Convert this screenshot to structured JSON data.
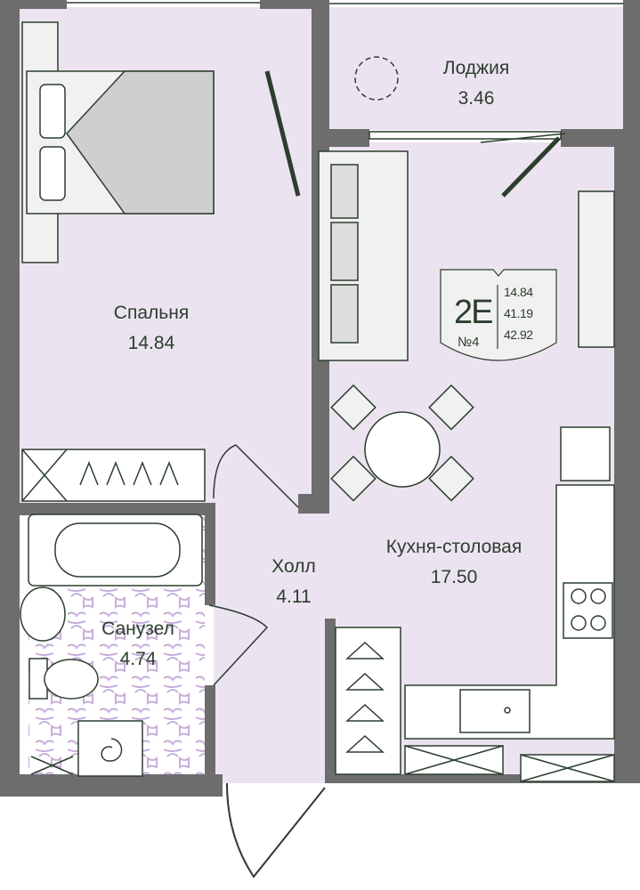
{
  "rooms": {
    "bedroom": {
      "name": "Спальня",
      "area": "14.84"
    },
    "loggia": {
      "name": "Лоджия",
      "area": "3.46"
    },
    "kitchen": {
      "name": "Кухня-столовая",
      "area": "17.50"
    },
    "hall": {
      "name": "Холл",
      "area": "4.11"
    },
    "bathroom": {
      "name": "Санузел",
      "area": "4.74"
    }
  },
  "badge": {
    "type": "2Е",
    "number": "№4",
    "living_area": "14.84",
    "total_area": "41.19",
    "total_with_loggia": "42.92"
  },
  "colors": {
    "wall": "#6d6d6d",
    "room": "#ece3f0",
    "line": "#2c3e2e",
    "furniture": "#f1f1f1",
    "tile": "#c9aedb"
  }
}
